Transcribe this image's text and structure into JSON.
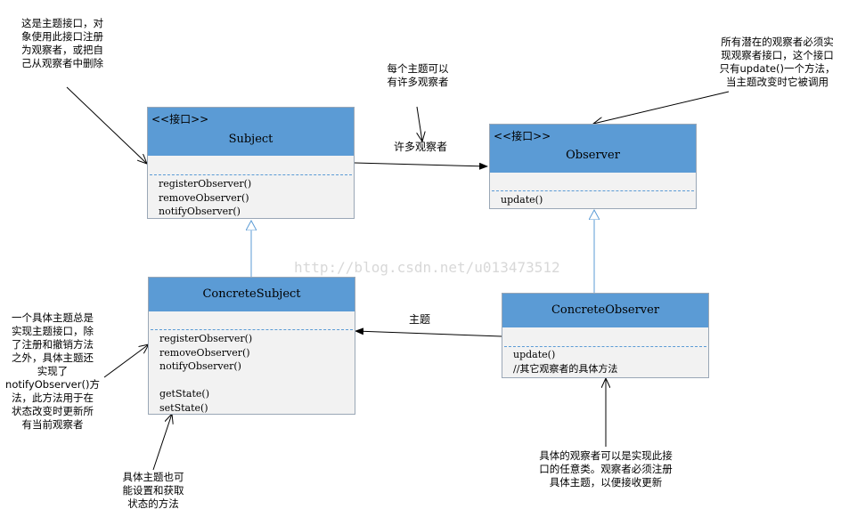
{
  "watermark": "http://blog.csdn.net/u013473512",
  "subject": {
    "stereotype": "<<接口>>",
    "name": "Subject",
    "methods": [
      "registerObserver()",
      "removeObserver()",
      "notifyObserver()"
    ]
  },
  "observer": {
    "stereotype": "<<接口>>",
    "name": "Observer",
    "methods": [
      "update()"
    ]
  },
  "concrete_subject": {
    "name": "ConcreteSubject",
    "methods": [
      "registerObserver()",
      "removeObserver()",
      "notifyObserver()",
      "",
      "getState()",
      "setState()"
    ]
  },
  "concrete_observer": {
    "name": "ConcreteObserver",
    "methods": [
      "update()",
      "//其它观察者的具体方法"
    ]
  },
  "relations": {
    "many_observers": "许多观察者",
    "subject": "主题"
  },
  "notes": {
    "subject_interface": [
      "这是主题接口，对",
      "象使用此接口注册",
      "为观察者，或把自",
      "己从观察者中删除"
    ],
    "one_to_many": [
      "每个主题可以",
      "有许多观察者"
    ],
    "observer_interface": [
      "所有潜在的观察者必须实",
      "现观察者接口，这个接口",
      "只有update()一个方法，",
      "当主题改变时它被调用"
    ],
    "concrete_subject_impl": [
      "一个具体主题总是",
      "实现主题接口，除",
      "了注册和撤销方法",
      "之外，具体主题还",
      "实现了",
      "notifyObserver()方",
      "法，此方法用于在",
      "状态改变时更新所",
      "有当前观察者"
    ],
    "concrete_subject_state": [
      "具体主题也可",
      "能设置和获取",
      "状态的方法"
    ],
    "concrete_observer_impl": [
      "具体的观察者可以是实现此接",
      "口的任意类。观察者必须注册",
      "具体主题，以便接收更新"
    ]
  }
}
